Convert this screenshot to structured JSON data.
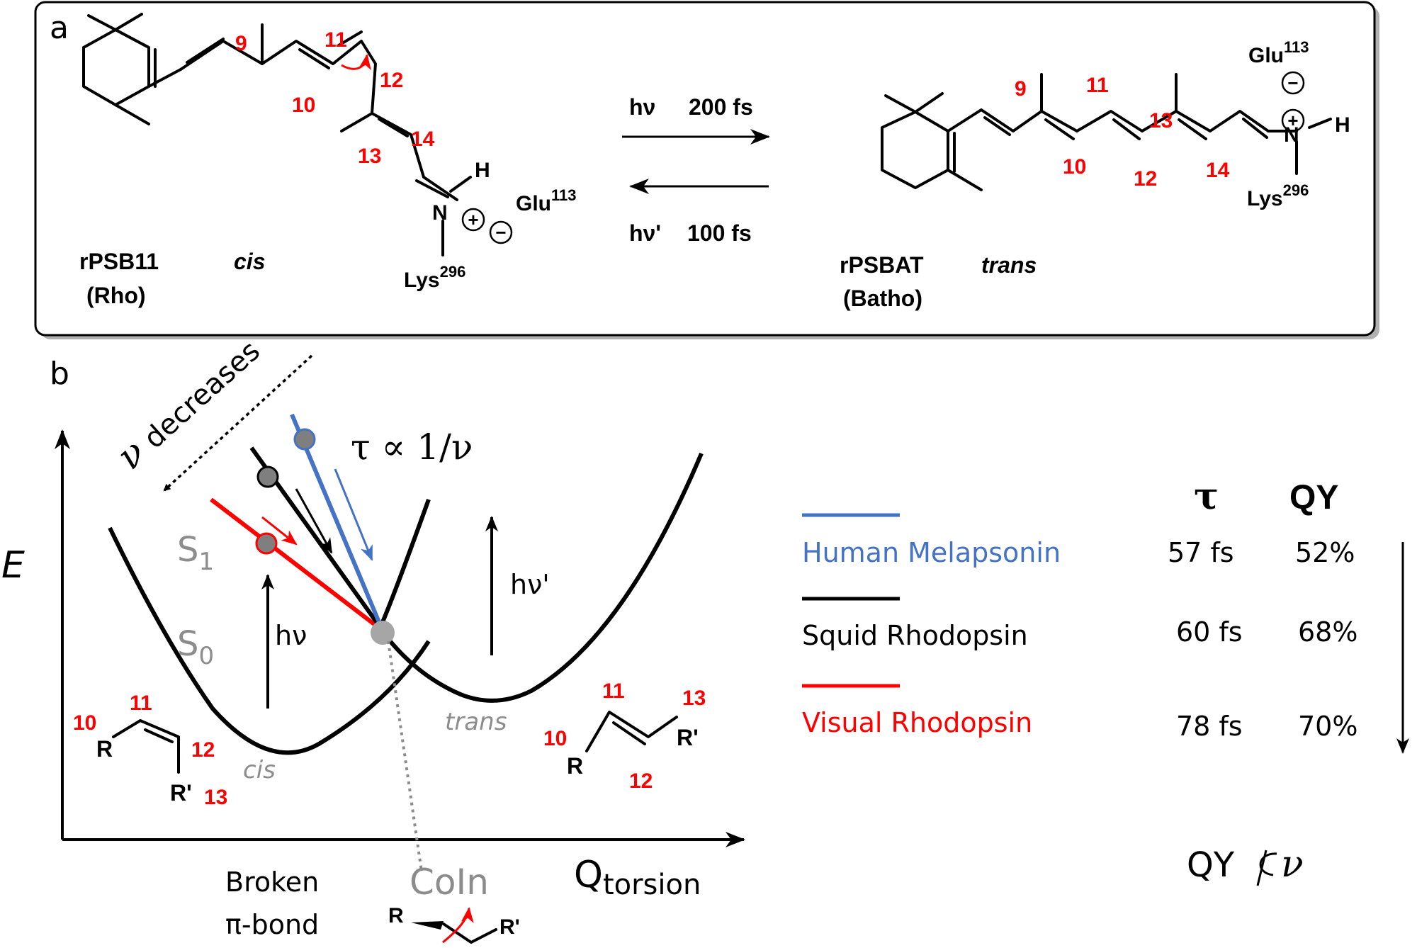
{
  "panel_a": {
    "label": "a",
    "cis_structure": {
      "name": "rPSB11",
      "state": "(Rho)",
      "isomer": "cis",
      "numbers": [
        "9",
        "10",
        "11",
        "12",
        "13",
        "14"
      ],
      "glu": "Glu",
      "glu_sup": "113",
      "lys": "Lys",
      "lys_sup": "296",
      "h": "H",
      "n": "N",
      "plus": "+",
      "minus": "−"
    },
    "trans_structure": {
      "name": "rPSBAT",
      "state": "(Batho)",
      "isomer": "trans",
      "numbers": [
        "9",
        "10",
        "11",
        "12",
        "13",
        "14"
      ],
      "glu": "Glu",
      "glu_sup": "113",
      "lys": "Lys",
      "lys_sup": "296",
      "h": "H",
      "n": "N",
      "plus": "+",
      "minus": "−"
    },
    "forward": {
      "light": "hν",
      "time": "200 fs"
    },
    "reverse": {
      "light": "hν'",
      "time": "100 fs"
    }
  },
  "panel_b": {
    "label": "b",
    "y_axis": "E",
    "x_axis_main": "Q",
    "x_axis_sub": "torsion",
    "nu_label": "ν",
    "nu_decreases": "decreases",
    "tau_relation": "τ ∝ 1/ν",
    "s1_main": "S",
    "s1_sub": "1",
    "s0_main": "S",
    "s0_sub": "0",
    "hv": "hν",
    "hv_prime": "hν'",
    "cis_label": "cis",
    "trans_label": "trans",
    "coin": "CoIn",
    "broken_line1": "Broken",
    "broken_line2": "π-bond",
    "cis_fragment": {
      "r": "R",
      "r_prime": "R'",
      "numbers": [
        "10",
        "11",
        "12",
        "13"
      ]
    },
    "trans_fragment": {
      "r": "R",
      "r_prime": "R'",
      "numbers": [
        "10",
        "11",
        "12",
        "13"
      ]
    },
    "coin_fragment": {
      "r": "R",
      "r_prime": "R'"
    },
    "table": {
      "header_tau": "τ",
      "header_qy": "QY",
      "rows": [
        {
          "name": "Human Melapsonin",
          "tau": "57 fs",
          "qy": "52%",
          "color": "#4472c4"
        },
        {
          "name": "Squid Rhodopsin",
          "tau": "60 fs",
          "qy": "68%",
          "color": "#000000"
        },
        {
          "name": "Visual Rhodopsin",
          "tau": "78 fs",
          "qy": "70%",
          "color": "#ff0000"
        }
      ]
    },
    "qy_relation_left": "QY",
    "qy_relation_right": "ν"
  }
}
